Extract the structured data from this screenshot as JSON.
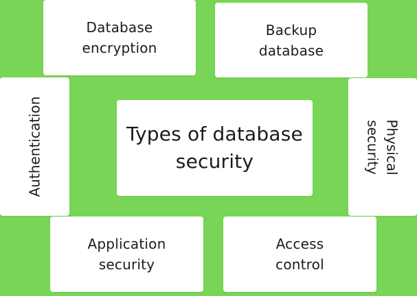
{
  "diagram": {
    "background_color": "#78d556",
    "box_color": "#ffffff",
    "center": {
      "line1": "Types of database",
      "line2": "security"
    },
    "nodes": {
      "database_encryption": {
        "line1": "Database",
        "line2": "encryption"
      },
      "backup_database": {
        "line1": "Backup",
        "line2": "database"
      },
      "authentication": {
        "label": "Authentication"
      },
      "physical_security": {
        "line1": "Physical",
        "line2": "security"
      },
      "application_security": {
        "line1": "Application",
        "line2": "security"
      },
      "access_control": {
        "line1": "Access",
        "line2": "control"
      }
    }
  }
}
